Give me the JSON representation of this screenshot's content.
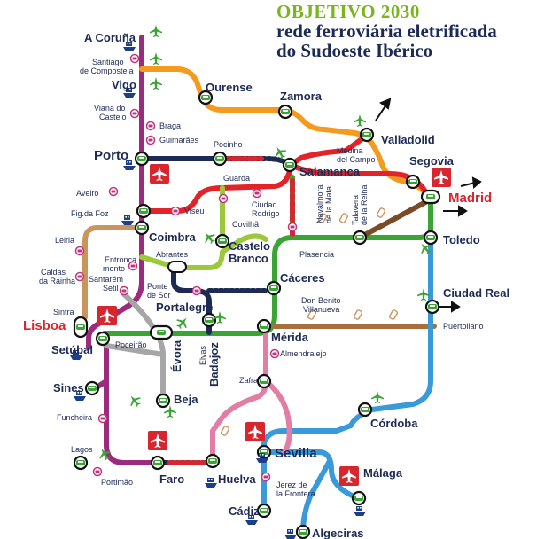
{
  "title": {
    "line1": "OBJETIVO 2030",
    "line2": "rede ferroviária eletrificada",
    "line3": "do Sudoeste Ibérico"
  },
  "colors": {
    "purple": "#9b2b7c",
    "orange": "#f39a1f",
    "green": "#3aa535",
    "lime": "#9cc83b",
    "red": "#e3232a",
    "tan": "#c9955c",
    "blue": "#3a9ad9",
    "navy": "#1d2a55",
    "brown": "#7b4b26",
    "pink": "#e37da6",
    "grey": "#a6a6a6",
    "darkgreen": "#2f8a3c"
  },
  "stations": {
    "acoruna": "A Coruña",
    "santiago1": "Santiago",
    "santiago2": "de Compostela",
    "vigo": "Vigo",
    "viana1": "Viana do",
    "viana2": "Castelo",
    "braga": "Braga",
    "guimaraes": "Guimarães",
    "porto": "Porto",
    "pocinho": "Pocinho",
    "ourense": "Ourense",
    "zamora": "Zamora",
    "medina1": "Medina",
    "medina2": "del Campo",
    "valladolid": "Valladolid",
    "salamanca": "Salamanca",
    "segovia": "Segovia",
    "madrid": "Madrid",
    "toledo": "Toledo",
    "aveiro": "Aveiro",
    "viseu": "Viseu",
    "guarda": "Guarda",
    "ciudadrodrigo1": "Ciudad",
    "ciudadrodrigo2": "Rodrigo",
    "navalmoral1": "Navalmoral",
    "navalmoral2": "de la Mata",
    "talavera1": "Talavera",
    "talavera2": "de la Reina",
    "figfoz": "Fig.da Foz",
    "coimbra": "Coimbra",
    "covilha": "Covilhã",
    "castelobranco1": "Castelo",
    "castelobranco2": "Branco",
    "plasencia": "Plasencia",
    "leiria": "Leiria",
    "abrantes": "Abrantes",
    "entroncamento1": "Entronca",
    "entroncamento2": "mento",
    "caldas1": "Caldas",
    "caldas2": "da Rainha",
    "santarem1": "Santarém",
    "santarem2": "Setil",
    "pontedesor1": "Ponte",
    "pontedesor2": "de Sor",
    "caceres": "Cáceres",
    "ciudadreal": "Ciudad Real",
    "portalegre": "Portalegre",
    "donbenito1": "Don Benito",
    "donbenito2": "Villanueva",
    "sintra": "Sintra",
    "lisboa": "Lisboa",
    "setubal": "Setúbal",
    "poceirao": "Poceirão",
    "evora": "Évora",
    "elvas": "Elvas",
    "badajoz": "Badajoz",
    "merida": "Mérida",
    "puertollano": "Puertollano",
    "almendralejo": "Almendralejo",
    "sines": "Sines",
    "beja": "Beja",
    "zafra": "Zafra",
    "funcheira": "Funcheira",
    "cordoba": "Córdoba",
    "lagos": "Lagos",
    "portimao": "Portimão",
    "faro": "Faro",
    "huelva": "Huelva",
    "sevilla": "Sevilla",
    "jerez1": "Jerez de",
    "jerez2": "la Frontera",
    "malaga": "Málaga",
    "cadiz": "Cádiz",
    "algeciras": "Algeciras"
  }
}
